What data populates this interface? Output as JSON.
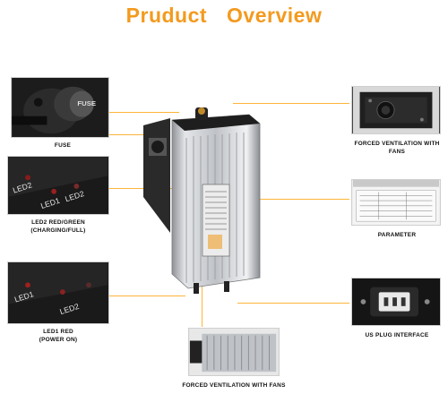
{
  "header": {
    "word1": "Pruduct",
    "word2": "Overview"
  },
  "callouts": {
    "fuse": "FUSE",
    "led2": "LED2 RED/GREEN",
    "led2_sub": "(CHARGING/FULL)",
    "led1": "LED1 RED",
    "led1_sub": "(POWER ON)",
    "fans_top": "FORCED VENTILATION WITH FANS",
    "parameter": "PARAMETER",
    "us_plug": "US PLUG INTERFACE",
    "fans_bottom": "FORCED VENTILATION WITH FANS"
  },
  "photo_labels": {
    "fuse_cap": "FUSE",
    "led1": "LED1",
    "led2": "LED2"
  },
  "colors": {
    "title": "#f39a1e",
    "leader": "#ffb43a",
    "frame": "#cfcfcf"
  }
}
